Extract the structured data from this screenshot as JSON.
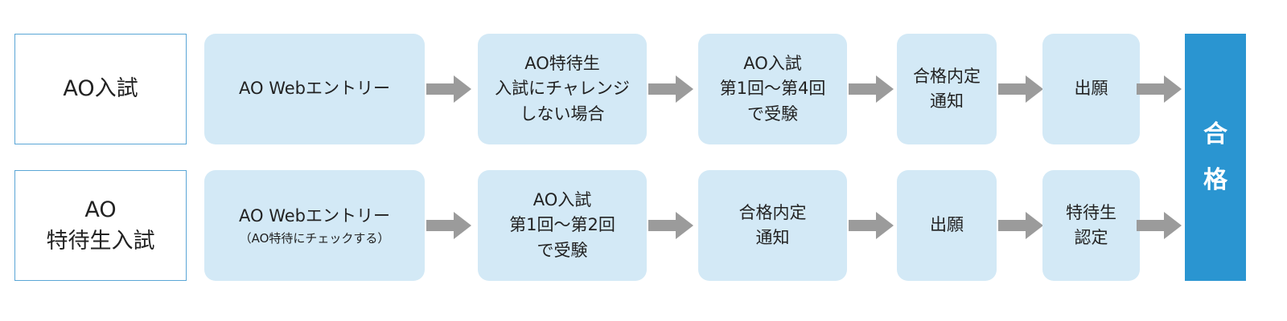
{
  "row1": {
    "label": [
      "AO入試"
    ],
    "steps": [
      {
        "lines": [
          "AO Webエントリー"
        ]
      },
      {
        "lines": [
          "AO特待生",
          "入試にチャレンジ",
          "しない場合"
        ]
      },
      {
        "lines": [
          "AO入試",
          "第1回〜第4回",
          "で受験"
        ]
      },
      {
        "lines": [
          "合格内定",
          "通知"
        ]
      },
      {
        "lines": [
          "出願"
        ]
      }
    ]
  },
  "row2": {
    "label": [
      "AO",
      "特待生入試"
    ],
    "steps": [
      {
        "lines": [
          "AO Webエントリー"
        ],
        "sub": "（AO特待にチェックする）"
      },
      {
        "lines": [
          "AO入試",
          "第1回〜第2回",
          "で受験"
        ]
      },
      {
        "lines": [
          "合格内定",
          "通知"
        ]
      },
      {
        "lines": [
          "出願"
        ]
      },
      {
        "lines": [
          "特待生",
          "認定"
        ]
      }
    ]
  },
  "final": {
    "chars": [
      "合",
      "格"
    ]
  },
  "colors": {
    "step_fill": "#d3e9f6",
    "label_border": "#5aa6d6",
    "arrow": "#9b9b9b",
    "final_fill": "#2a95d1"
  }
}
